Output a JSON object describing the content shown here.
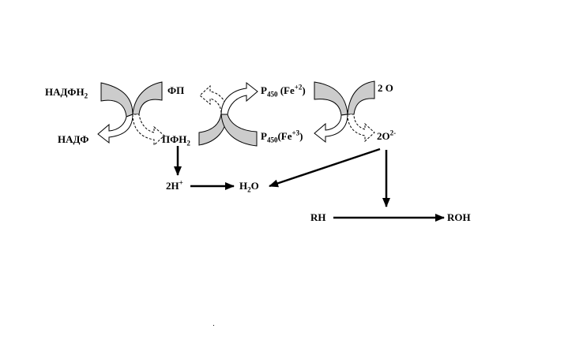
{
  "colors": {
    "ink": "#000000",
    "fill": "#cccccc",
    "background": "#ffffff"
  },
  "labels": {
    "nadph2": {
      "main": "НАДФН",
      "sub": "2"
    },
    "nadp": {
      "main": "НАДФ"
    },
    "fp": {
      "main": "ФП"
    },
    "pfh2": {
      "main": "ПФН",
      "sub": "2"
    },
    "p450_reduced": {
      "main": "P",
      "sub": "450",
      "mid": " (Fe",
      "sup": "+2",
      "end": ")"
    },
    "p450_oxidized": {
      "main": "P",
      "sub": "450",
      "mid": "(Fe",
      "sup": "+3",
      "end": ")"
    },
    "oxygen_atoms": {
      "main": "2 O"
    },
    "superoxide": {
      "main": "2O",
      "sup": "2-"
    },
    "protons": {
      "main": "2H",
      "sup": "+"
    },
    "water": {
      "pre": "H",
      "sub": "2",
      "post": "O"
    },
    "substrate": {
      "main": "RH"
    },
    "product": {
      "main": "ROH"
    }
  }
}
